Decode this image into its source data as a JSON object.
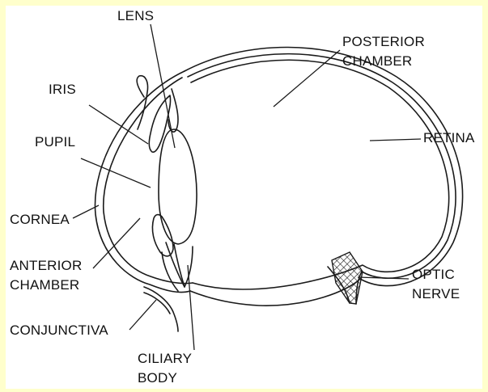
{
  "colors": {
    "background": "#FFFFCC",
    "panel": "#FFFFFF",
    "line": "#1A1A1A"
  },
  "labels": {
    "lens": "LENS",
    "posterior_chamber": [
      "POSTERIOR",
      "CHAMBER"
    ],
    "iris": "IRIS",
    "pupil": "PUPIL",
    "retina": "RETINA",
    "cornea": "CORNEA",
    "anterior_chamber": [
      "ANTERIOR",
      "CHAMBER"
    ],
    "optic_nerve": [
      "OPTIC",
      "NERVE"
    ],
    "conjunctiva": "CONJUNCTIVA",
    "ciliary_body": [
      "CILIARY",
      "BODY"
    ]
  }
}
